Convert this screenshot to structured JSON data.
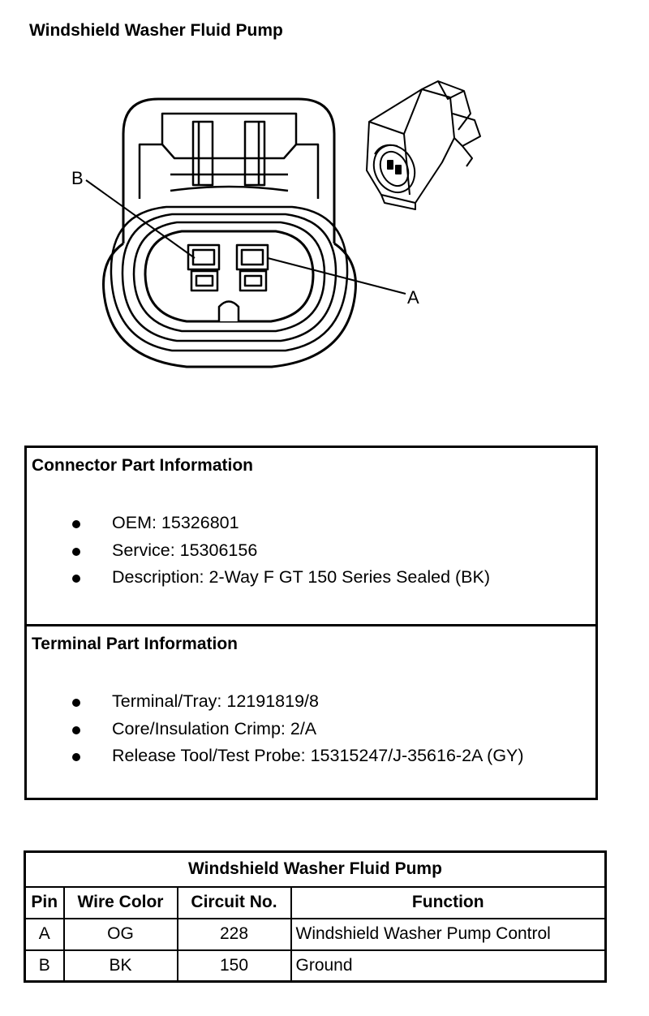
{
  "page": {
    "title": "Windshield Washer Fluid Pump"
  },
  "diagram": {
    "label_b": "B",
    "label_a": "A"
  },
  "connector_info": {
    "heading": "Connector Part Information",
    "items": [
      "OEM: 15326801",
      "Service: 15306156",
      "Description: 2-Way F GT 150 Series Sealed (BK)"
    ]
  },
  "terminal_info": {
    "heading": "Terminal Part Information",
    "items": [
      "Terminal/Tray: 12191819/8",
      "Core/Insulation Crimp: 2/A",
      "Release Tool/Test Probe: 15315247/J-35616-2A (GY)"
    ]
  },
  "pin_table": {
    "caption": "Windshield Washer Fluid Pump",
    "headers": [
      "Pin",
      "Wire Color",
      "Circuit No.",
      "Function"
    ],
    "rows": [
      [
        "A",
        "OG",
        "228",
        "Windshield Washer Pump Control"
      ],
      [
        "B",
        "BK",
        "150",
        "Ground"
      ]
    ]
  }
}
